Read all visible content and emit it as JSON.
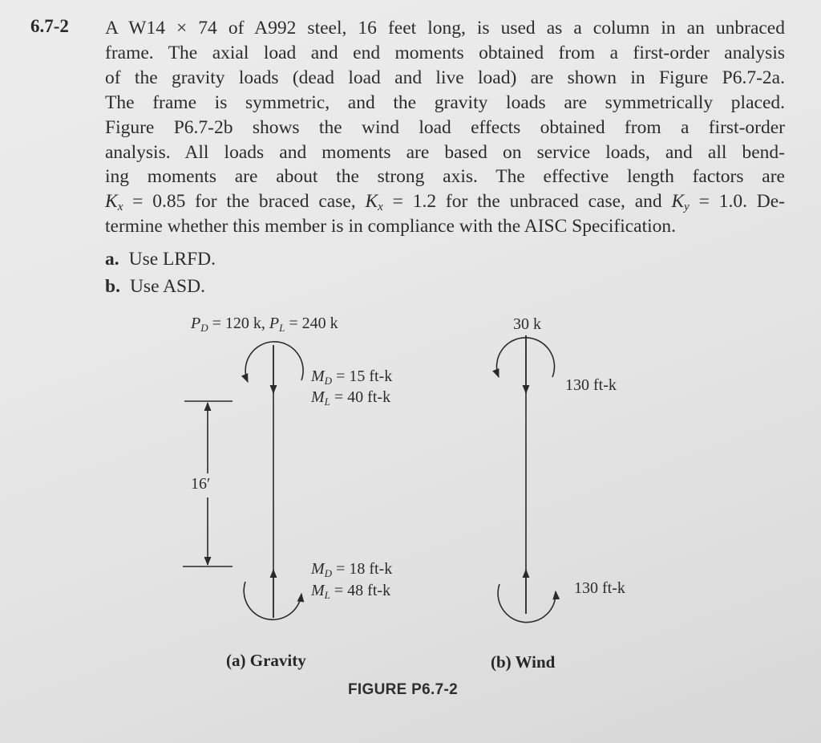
{
  "problem": {
    "number": "6.7-2",
    "lines": [
      "A W14 × 74 of A992 steel, 16 feet long, is used as a column in an unbraced",
      "frame. The axial load and end moments obtained from a first-order analysis",
      "of the gravity loads (dead load and live load) are shown in Figure P6.7-2a.",
      "The frame is symmetric, and the gravity loads are symmetrically placed.",
      "Figure P6.7-2b shows the wind load effects obtained from a first-order",
      "analysis. All loads and moments are based on service loads, and all bend-",
      "ing moments are about the strong axis. The effective length factors are",
      "K_x = 0.85 for the braced case, K_x = 1.2 for the unbraced case, and K_y = 1.0. De-",
      "termine whether this member is in compliance with the AISC Specification."
    ],
    "line8": {
      "k1": "K",
      "k1_sub": "x",
      "k1_rest": " = 0.85 for the braced case, ",
      "k2": "K",
      "k2_sub": "x",
      "k2_rest": " = 1.2 for the unbraced case, and ",
      "k3": "K",
      "k3_sub": "y",
      "k3_rest": " = 1.0. De-"
    },
    "parts": [
      {
        "letter": "a.",
        "text": "Use LRFD."
      },
      {
        "letter": "b.",
        "text": "Use ASD."
      }
    ]
  },
  "figure": {
    "title": "FIGURE P6.7-2",
    "gravity": {
      "caption": "(a) Gravity",
      "axial_load": {
        "p1": "P",
        "p1_sub": "D",
        "p1_val": " = 120 k, ",
        "p2": "P",
        "p2_sub": "L",
        "p2_val": " = 240 k"
      },
      "top_moment": {
        "m1": "M",
        "m1_sub": "D",
        "m1_val": " = 15 ft-k",
        "m2": "M",
        "m2_sub": "L",
        "m2_val": " = 40 ft-k"
      },
      "bottom_moment": {
        "m1": "M",
        "m1_sub": "D",
        "m1_val": " = 18 ft-k",
        "m2": "M",
        "m2_sub": "L",
        "m2_val": " = 48 ft-k"
      },
      "length_label": "16′"
    },
    "wind": {
      "caption": "(b) Wind",
      "axial_load": "30 k",
      "top_moment": "130 ft-k",
      "bottom_moment": "130 ft-k"
    }
  }
}
